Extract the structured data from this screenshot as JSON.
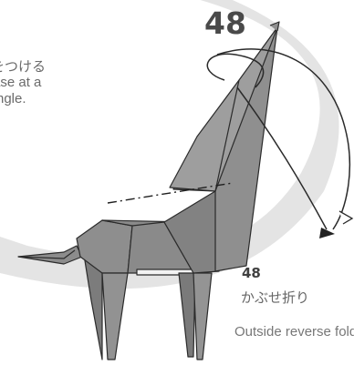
{
  "previous_step": {
    "line1": "をつける",
    "line2": "ase at a",
    "line3": "ngle."
  },
  "current_step": {
    "number": "48",
    "number_small": "48",
    "instruction_jp": "かぶせ折り",
    "instruction_en": "Outside reverse fold."
  },
  "colors": {
    "paper_fill": "#8a8a8a",
    "paper_light": "#a4a4a4",
    "paper_dark": "#6b6b6b",
    "band": "#e3e3e3",
    "line": "#2a2a2a"
  }
}
